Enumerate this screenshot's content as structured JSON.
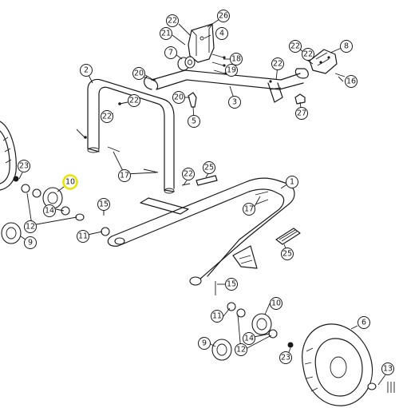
{
  "highlight_color": "#f2f200",
  "callouts": [
    {
      "id": "c22a",
      "label": "22"
    },
    {
      "id": "c26",
      "label": "26"
    },
    {
      "id": "c21",
      "label": "21"
    },
    {
      "id": "c4",
      "label": "4"
    },
    {
      "id": "c22b",
      "label": "22"
    },
    {
      "id": "c8",
      "label": "8"
    },
    {
      "id": "c7",
      "label": "7"
    },
    {
      "id": "c18",
      "label": "18"
    },
    {
      "id": "c19",
      "label": "19"
    },
    {
      "id": "c22c",
      "label": "22"
    },
    {
      "id": "c2",
      "label": "2"
    },
    {
      "id": "c20a",
      "label": "20"
    },
    {
      "id": "c20b",
      "label": "20"
    },
    {
      "id": "c16",
      "label": "16"
    },
    {
      "id": "c22d",
      "label": "22"
    },
    {
      "id": "c3",
      "label": "3"
    },
    {
      "id": "c27",
      "label": "27"
    },
    {
      "id": "c5",
      "label": "5"
    },
    {
      "id": "c22e",
      "label": "22"
    },
    {
      "id": "c22f",
      "label": "22"
    },
    {
      "id": "c23a",
      "label": "23"
    },
    {
      "id": "c17a",
      "label": "17"
    },
    {
      "id": "c22g",
      "label": "22"
    },
    {
      "id": "c25a",
      "label": "25"
    },
    {
      "id": "c1",
      "label": "1"
    },
    {
      "id": "c10a",
      "label": "10"
    },
    {
      "id": "c14a",
      "label": "14"
    },
    {
      "id": "c15a",
      "label": "15"
    },
    {
      "id": "c17b",
      "label": "17"
    },
    {
      "id": "c12a",
      "label": "12"
    },
    {
      "id": "c11a",
      "label": "11"
    },
    {
      "id": "c9a",
      "label": "9"
    },
    {
      "id": "c25b",
      "label": "25"
    },
    {
      "id": "c15b",
      "label": "15"
    },
    {
      "id": "c10b",
      "label": "10"
    },
    {
      "id": "c11b",
      "label": "11"
    },
    {
      "id": "c6",
      "label": "6"
    },
    {
      "id": "c14b",
      "label": "14"
    },
    {
      "id": "c9b",
      "label": "9"
    },
    {
      "id": "c12b",
      "label": "12"
    },
    {
      "id": "c23b",
      "label": "23"
    },
    {
      "id": "c13",
      "label": "13"
    }
  ]
}
